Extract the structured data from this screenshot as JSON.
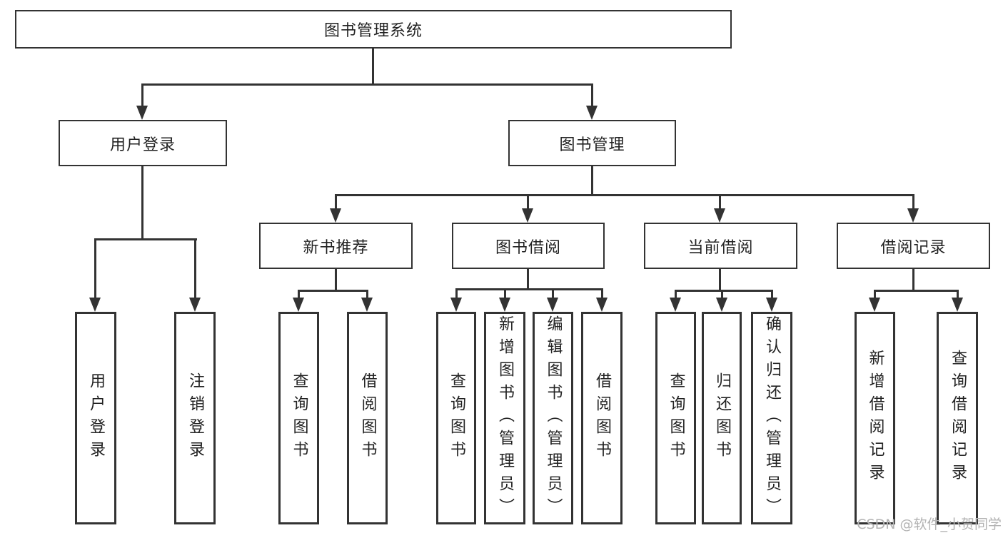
{
  "diagram_title": "图书管理系统",
  "nodes": {
    "root": {
      "label": "图书管理系统"
    },
    "user_login": {
      "label": "用户登录"
    },
    "book_mgmt": {
      "label": "图书管理"
    },
    "new_book_rec": {
      "label": "新书推荐"
    },
    "book_borrow": {
      "label": "图书借阅"
    },
    "current_borrow": {
      "label": "当前借阅"
    },
    "borrow_records": {
      "label": "借阅记录"
    },
    "leaf_user_login": {
      "label": "用户登录"
    },
    "leaf_logout": {
      "label": "注销登录"
    },
    "leaf_rec_query": {
      "label": "查询图书"
    },
    "leaf_rec_borrow": {
      "label": "借阅图书"
    },
    "leaf_bb_query": {
      "label": "查询图书"
    },
    "leaf_bb_add": {
      "label": "新增图书（管理员）"
    },
    "leaf_bb_edit": {
      "label": "编辑图书（管理员）"
    },
    "leaf_bb_borrow": {
      "label": "借阅图书"
    },
    "leaf_cb_query": {
      "label": "查询图书"
    },
    "leaf_cb_return": {
      "label": "归还图书"
    },
    "leaf_cb_confirm": {
      "label": "确认归还（管理员）"
    },
    "leaf_br_add": {
      "label": "新增借阅记录"
    },
    "leaf_br_query": {
      "label": "查询借阅记录"
    }
  },
  "edges": [
    [
      "图书管理系统",
      "用户登录"
    ],
    [
      "图书管理系统",
      "图书管理"
    ],
    [
      "用户登录",
      "用户登录(叶)"
    ],
    [
      "用户登录",
      "注销登录"
    ],
    [
      "图书管理",
      "新书推荐"
    ],
    [
      "图书管理",
      "图书借阅"
    ],
    [
      "图书管理",
      "当前借阅"
    ],
    [
      "图书管理",
      "借阅记录"
    ],
    [
      "新书推荐",
      "查询图书"
    ],
    [
      "新书推荐",
      "借阅图书"
    ],
    [
      "图书借阅",
      "查询图书"
    ],
    [
      "图书借阅",
      "新增图书（管理员）"
    ],
    [
      "图书借阅",
      "编辑图书（管理员）"
    ],
    [
      "图书借阅",
      "借阅图书"
    ],
    [
      "当前借阅",
      "查询图书"
    ],
    [
      "当前借阅",
      "归还图书"
    ],
    [
      "当前借阅",
      "确认归还（管理员）"
    ],
    [
      "借阅记录",
      "新增借阅记录"
    ],
    [
      "借阅记录",
      "查询借阅记录"
    ]
  ],
  "watermark": "CSDN @软件_小贺同学",
  "colors": {
    "line": "#333333",
    "text": "#222222",
    "box_fill": "#ffffff",
    "watermark": "#b3b3b3",
    "background": "#ffffff"
  }
}
